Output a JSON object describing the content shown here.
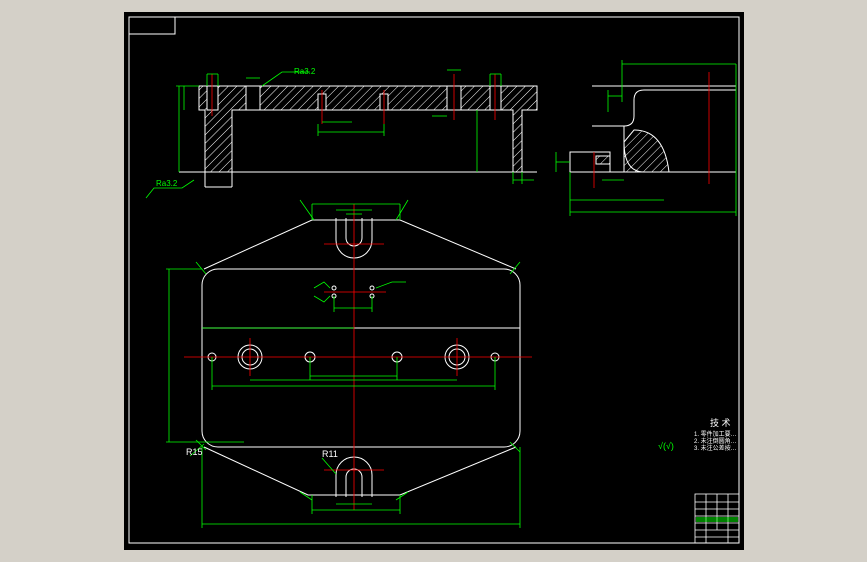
{
  "drawing": {
    "labels": {
      "roughness_top": "Ra3.2",
      "roughness_left": "Ra3.2",
      "radius_outer": "R15",
      "radius_slot": "R11",
      "tech_title": "技 术",
      "tech_req_1": "1. 零件加工要…",
      "tech_req_2": "2. 未注倒圆角…",
      "tech_req_3": "3. 未注公差按…",
      "roughness_symbol": "√(√)"
    },
    "colors": {
      "background": "#000000",
      "outline": "#ffffff",
      "dimension": "#00ff00",
      "centerline": "#ff0000",
      "hatch": "#ffffff"
    }
  }
}
